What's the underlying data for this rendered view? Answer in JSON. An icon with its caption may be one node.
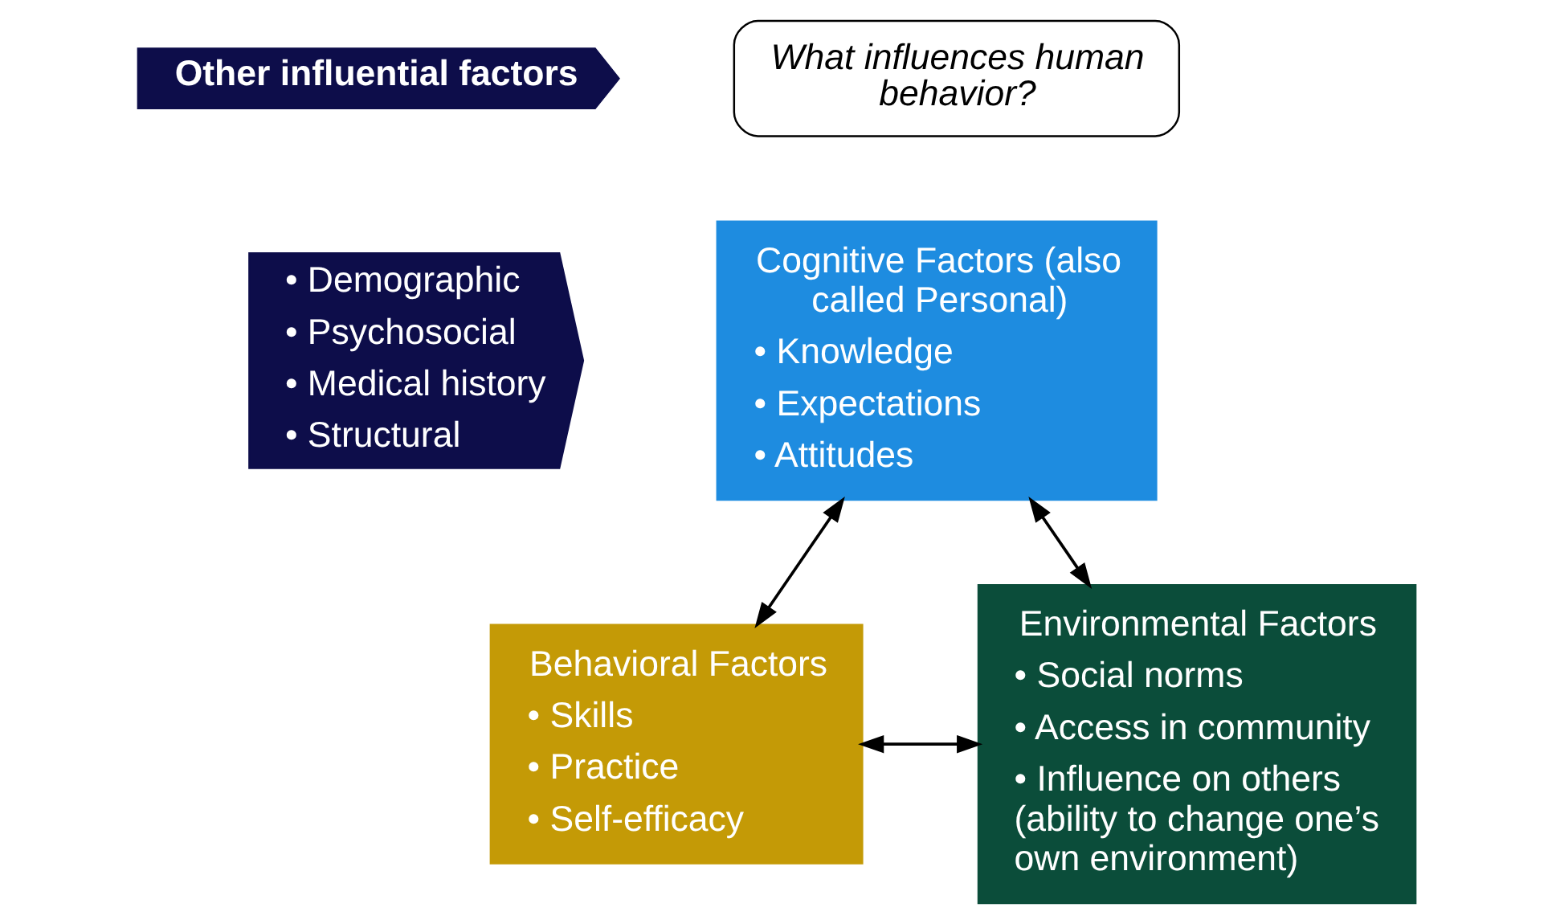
{
  "diagram": {
    "nodes": [
      {
        "text": [
          "What influences human behavior?"
        ]
      },
      {
        "text": [
          "Other influential factors"
        ]
      },
      {
        "text": [
          "• Demographic",
          "• Psychosocial",
          "• Medical history",
          "• Structural"
        ]
      },
      {
        "text": [
          "Cognitive Factors (also called Personal)",
          "• Knowledge",
          "• Expectations",
          "• Attitudes"
        ]
      },
      {
        "text": [
          "Behavioral Factors",
          "• Skills",
          "• Practice",
          "• Self-efficacy"
        ]
      },
      {
        "text": [
          "Environmental Factors",
          "• Social norms",
          "• Access in community",
          "• Influence on others (ability to change one’s own environment)"
        ]
      }
    ],
    "edges": [
      {
        "from": 3,
        "to": 4,
        "arrow": "both"
      },
      {
        "from": 3,
        "to": 5,
        "arrow": "both"
      },
      {
        "from": 4,
        "to": 5,
        "arrow": "both"
      }
    ]
  }
}
